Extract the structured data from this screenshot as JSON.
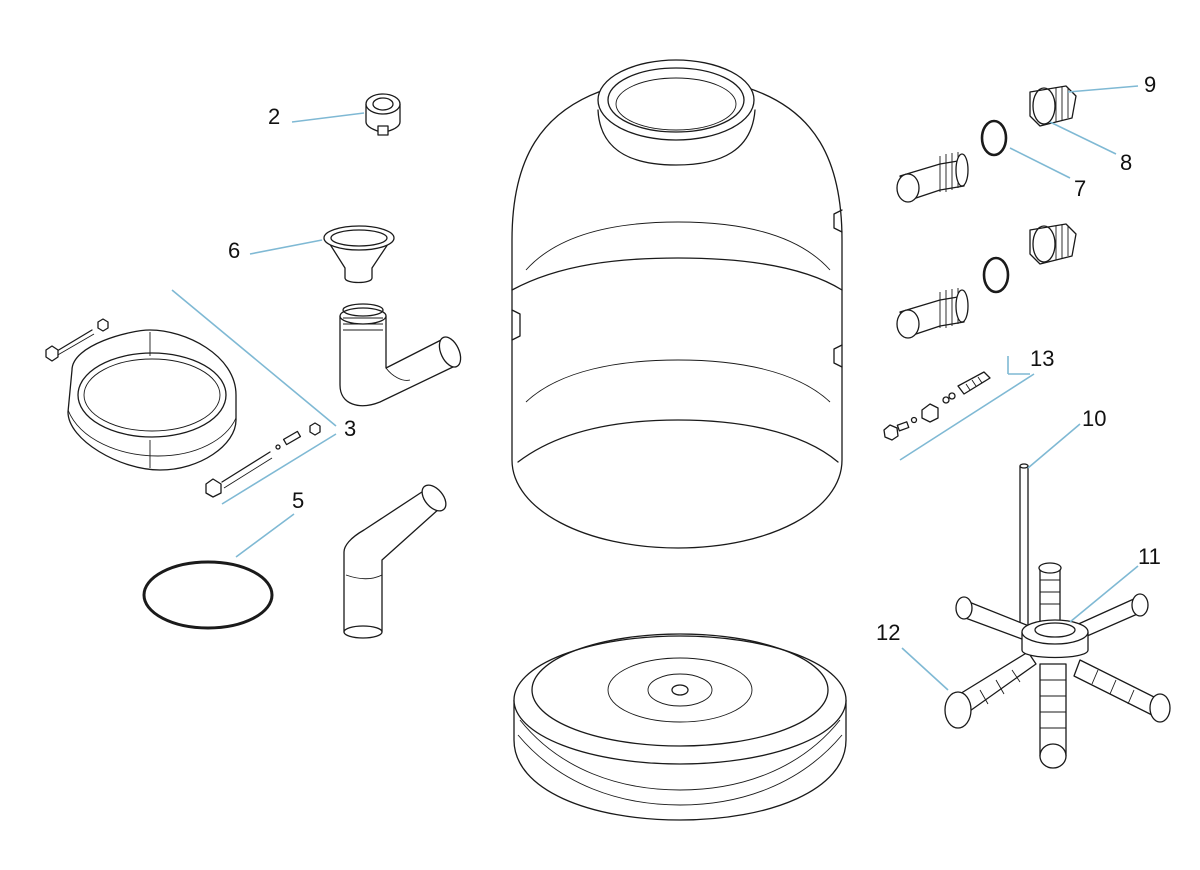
{
  "colors": {
    "leader": "#7fb9d4",
    "line_art": "#1a1a1a",
    "background": "#ffffff"
  },
  "callouts": {
    "c2": "2",
    "c3": "3",
    "c5": "5",
    "c6": "6",
    "c7": "7",
    "c8": "8",
    "c9": "9",
    "c10": "10",
    "c11": "11",
    "c12": "12",
    "c13": "13"
  }
}
